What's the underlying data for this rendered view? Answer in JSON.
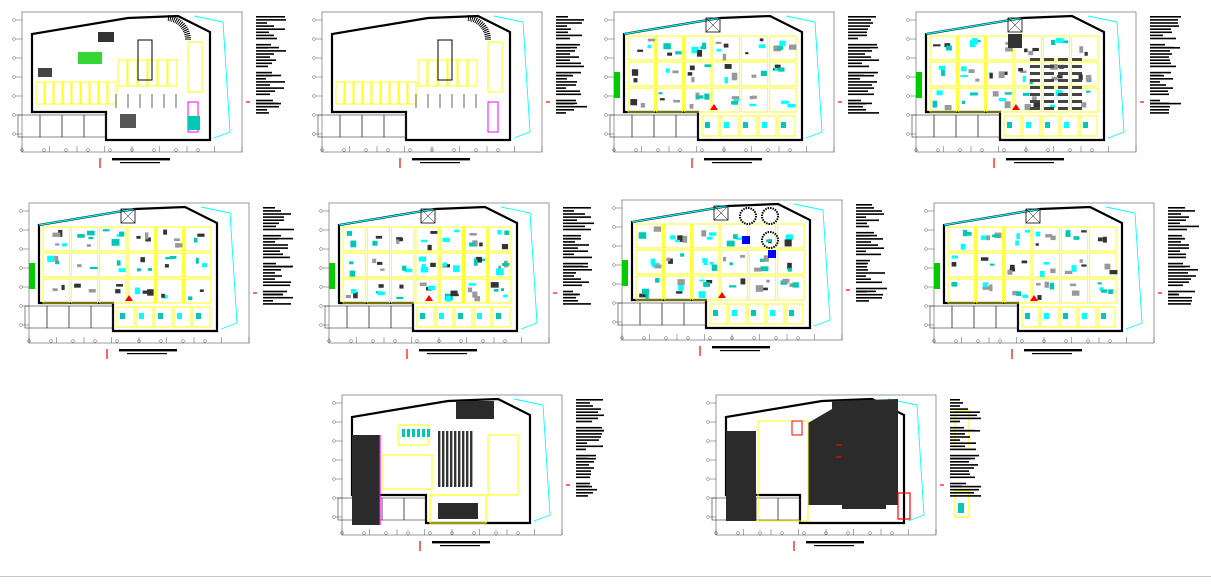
{
  "drawing": {
    "sheet_title": "",
    "plan_count": 10,
    "plans": [
      {
        "variant": "parking",
        "label": ""
      },
      {
        "variant": "parking-empty",
        "label": ""
      },
      {
        "variant": "office",
        "label": ""
      },
      {
        "variant": "office-hall",
        "label": ""
      },
      {
        "variant": "office",
        "label": ""
      },
      {
        "variant": "office-dense",
        "label": ""
      },
      {
        "variant": "office-circles",
        "label": ""
      },
      {
        "variant": "office",
        "label": ""
      },
      {
        "variant": "auditorium",
        "label": ""
      },
      {
        "variant": "roof",
        "label": ""
      }
    ],
    "colors": {
      "wall": "#000000",
      "yellow": "#ffff00",
      "cyan": "#00ffff",
      "teal": "#00c8b4",
      "blue": "#0000ff",
      "red": "#ff0000",
      "magenta": "#ff00ff",
      "green": "#00cc00",
      "grey": "#999999",
      "dark_fill": "#2b2b2b"
    }
  }
}
